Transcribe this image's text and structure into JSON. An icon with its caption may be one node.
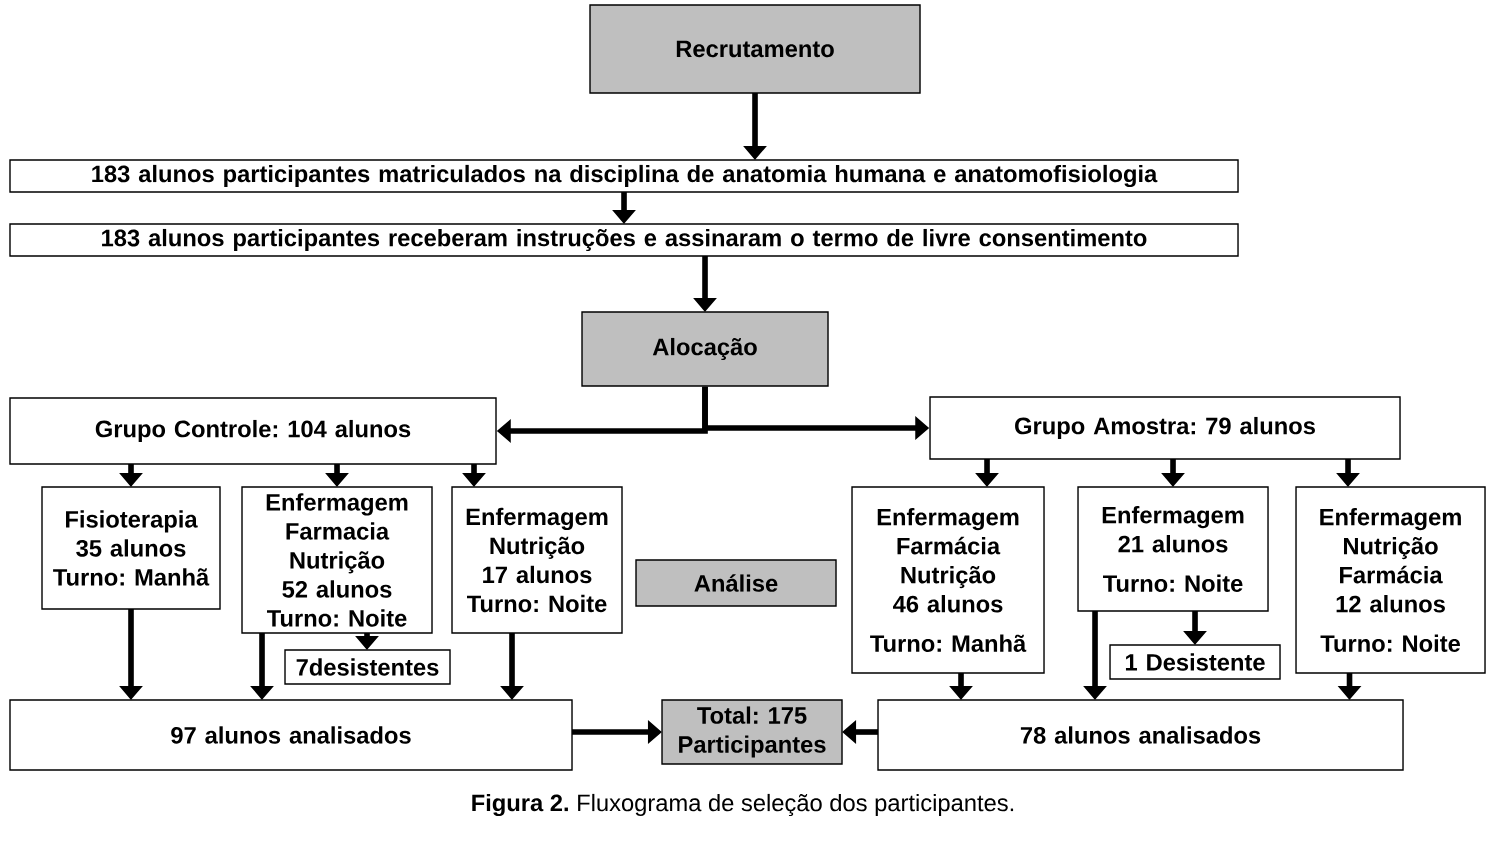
{
  "diagram": {
    "caption": "**Figura 2.** Fluxograma de seleção dos participantes.",
    "nodes": [
      {
        "text": [
          "Recrutamento"
        ]
      },
      {
        "text": [
          "183 alunos participantes matriculados na disciplina de anatomia humana e anatomofisiologia"
        ]
      },
      {
        "text": [
          "183 alunos participantes receberam instruções e assinaram o termo de livre consentimento"
        ]
      },
      {
        "text": [
          "Alocação"
        ]
      },
      {
        "text": [
          "Grupo Controle: 104 alunos"
        ]
      },
      {
        "text": [
          "Grupo Amostra: 79 alunos"
        ]
      },
      {
        "text": [
          "Fisioterapia 35 alunos Turno: Manhã"
        ]
      },
      {
        "text": [
          "Enfermagem Farmacia Nutrição 52 alunos Turno: Noite"
        ]
      },
      {
        "text": [
          "Enfermagem Nutrição 17 alunos Turno: Noite"
        ]
      },
      {
        "text": [
          "Enfermagem Farmácia Nutrição 46 alunos",
          "Turno: Manhã"
        ]
      },
      {
        "text": [
          "Enfermagem 21 alunos",
          "Turno: Noite"
        ]
      },
      {
        "text": [
          "Enfermagem Nutrição Farmácia 12 alunos",
          "Turno: Noite"
        ]
      },
      {
        "text": [
          "Análise"
        ]
      },
      {
        "text": [
          "7desistentes"
        ]
      },
      {
        "text": [
          "1 Desistente"
        ]
      },
      {
        "text": [
          "97 alunos analisados"
        ]
      },
      {
        "text": [
          "Total: 175 Participantes"
        ]
      },
      {
        "text": [
          "78 alunos analisados"
        ]
      }
    ],
    "edges": [
      {
        "from": 0,
        "to": 1,
        "arrow": "to"
      },
      {
        "from": 1,
        "to": 2,
        "arrow": "to"
      },
      {
        "from": 2,
        "to": 3,
        "arrow": "to"
      },
      {
        "from": 3,
        "to": 4,
        "arrow": "to"
      },
      {
        "from": 3,
        "to": 5,
        "arrow": "to"
      },
      {
        "from": 4,
        "to": 6,
        "arrow": "to"
      },
      {
        "from": 4,
        "to": 7,
        "arrow": "to"
      },
      {
        "from": 4,
        "to": 8,
        "arrow": "to"
      },
      {
        "from": 5,
        "to": 9,
        "arrow": "to"
      },
      {
        "from": 5,
        "to": 10,
        "arrow": "to"
      },
      {
        "from": 5,
        "to": 11,
        "arrow": "to"
      },
      {
        "from": 7,
        "to": 13,
        "arrow": "to"
      },
      {
        "from": 10,
        "to": 14,
        "arrow": "to"
      },
      {
        "from": 6,
        "to": 15,
        "arrow": "to"
      },
      {
        "from": 7,
        "to": 15,
        "arrow": "to"
      },
      {
        "from": 8,
        "to": 15,
        "arrow": "to"
      },
      {
        "from": 9,
        "to": 17,
        "arrow": "to"
      },
      {
        "from": 10,
        "to": 17,
        "arrow": "to"
      },
      {
        "from": 11,
        "to": 17,
        "arrow": "to"
      },
      {
        "from": 15,
        "to": 16,
        "arrow": "to"
      },
      {
        "from": 17,
        "to": 16,
        "arrow": "to"
      }
    ]
  }
}
